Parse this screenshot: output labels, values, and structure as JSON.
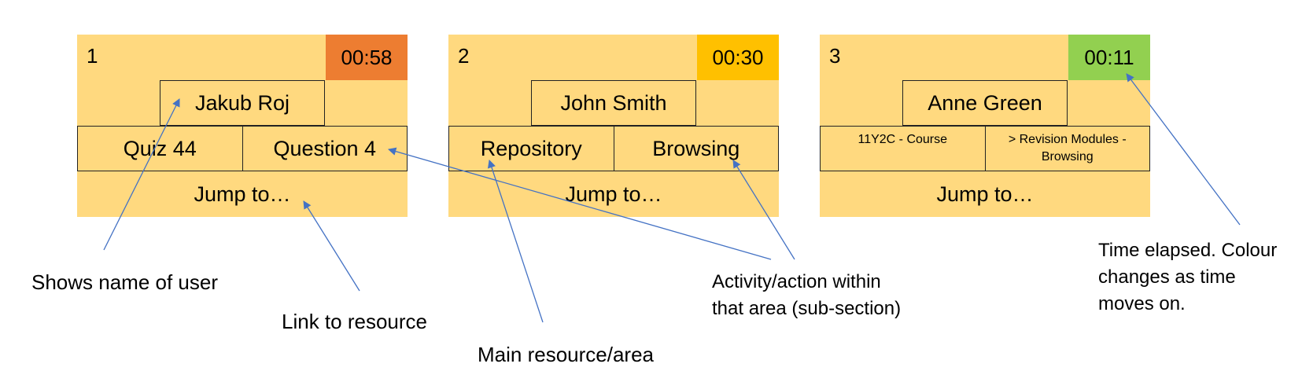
{
  "colors": {
    "card_bg": "#FFD97F",
    "timer_orange": "#ED7D31",
    "timer_amber": "#FFC000",
    "timer_green": "#92D050",
    "arrow": "#4472C4"
  },
  "cards": [
    {
      "number": "1",
      "timer": "00:58",
      "timer_color": "#ED7D31",
      "user": "Jakub Roj",
      "resource": "Quiz 44",
      "activity": "Question 4",
      "jump": "Jump to…"
    },
    {
      "number": "2",
      "timer": "00:30",
      "timer_color": "#FFC000",
      "user": "John Smith",
      "resource": "Repository",
      "activity": "Browsing",
      "jump": "Jump to…"
    },
    {
      "number": "3",
      "timer": "00:11",
      "timer_color": "#92D050",
      "user": "Anne Green",
      "resource": "11Y2C - Course",
      "activity": "> Revision Modules - Browsing",
      "jump": "Jump to…"
    }
  ],
  "annotations": {
    "user_name": "Shows name of user",
    "link": "Link to resource",
    "main_resource": "Main resource/area",
    "activity_line1": "Activity/action within",
    "activity_line2": "that area (sub-section)",
    "time_line1": "Time elapsed. Colour",
    "time_line2": "changes as time",
    "time_line3": "moves on."
  }
}
